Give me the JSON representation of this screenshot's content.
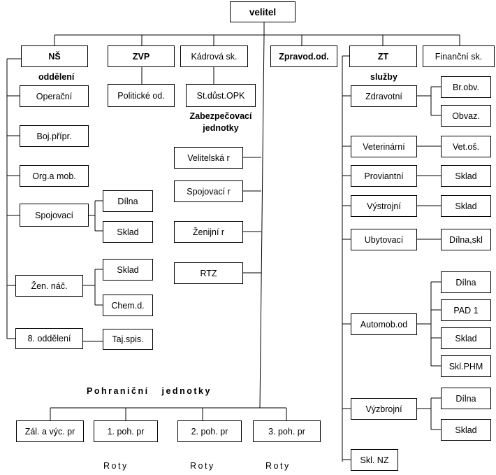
{
  "top": {
    "commander": "velitel"
  },
  "row1": {
    "ns": "NŠ",
    "zvp": "ZVP",
    "kadrova": "Kádrová sk.",
    "zpravod": "Zpravod.od.",
    "zt": "ZT",
    "financni": "Finanční sk."
  },
  "ns_branch": {
    "heading": "oddělení",
    "items": [
      "Operační",
      "Boj.přípr.",
      "Org.a mob.",
      "Spojovací",
      "Žen. náč.",
      "8. oddělení"
    ],
    "spojovaci_sub": [
      "Dílna",
      "Sklad"
    ],
    "zen_sub": [
      "Sklad",
      "Chem.d."
    ],
    "osm_sub": [
      "Taj.spis."
    ]
  },
  "zvp_branch": {
    "items": [
      "Politické od."
    ]
  },
  "kadrova_branch": {
    "items": [
      "St.důst.OPK"
    ]
  },
  "support_units": {
    "heading": "Zabezpečovací\njednotky",
    "items": [
      "Velitelská r",
      "Spojovací r",
      "Ženijní r",
      "RTZ"
    ]
  },
  "zt_branch": {
    "heading": "služby",
    "items": [
      "Zdravotní",
      "Veterinární",
      "Proviantní",
      "Výstrojní",
      "Ubytovací",
      "Automob.od",
      "Výzbrojní",
      "Skl. NZ"
    ],
    "zdravotni_sub": [
      "Br.obv.",
      "Obvaz."
    ],
    "veterinarni_sub": [
      "Vet.oš."
    ],
    "proviantni_sub": [
      "Sklad"
    ],
    "vystrojni_sub": [
      "Sklad"
    ],
    "ubytovaci_sub": [
      "Dílna,skl"
    ],
    "automob_sub": [
      "Dílna",
      "PAD 1",
      "Sklad",
      "Skl.PHM"
    ],
    "vyzbrojni_sub": [
      "Dílna",
      "Sklad"
    ]
  },
  "border": {
    "heading": "Pohraniční   jednotky",
    "items": [
      "Zál. a výc. pr",
      "1. poh. pr",
      "2. poh. pr",
      "3. poh. pr"
    ],
    "rota_labels": [
      "Roty",
      "Roty",
      "Roty"
    ]
  }
}
